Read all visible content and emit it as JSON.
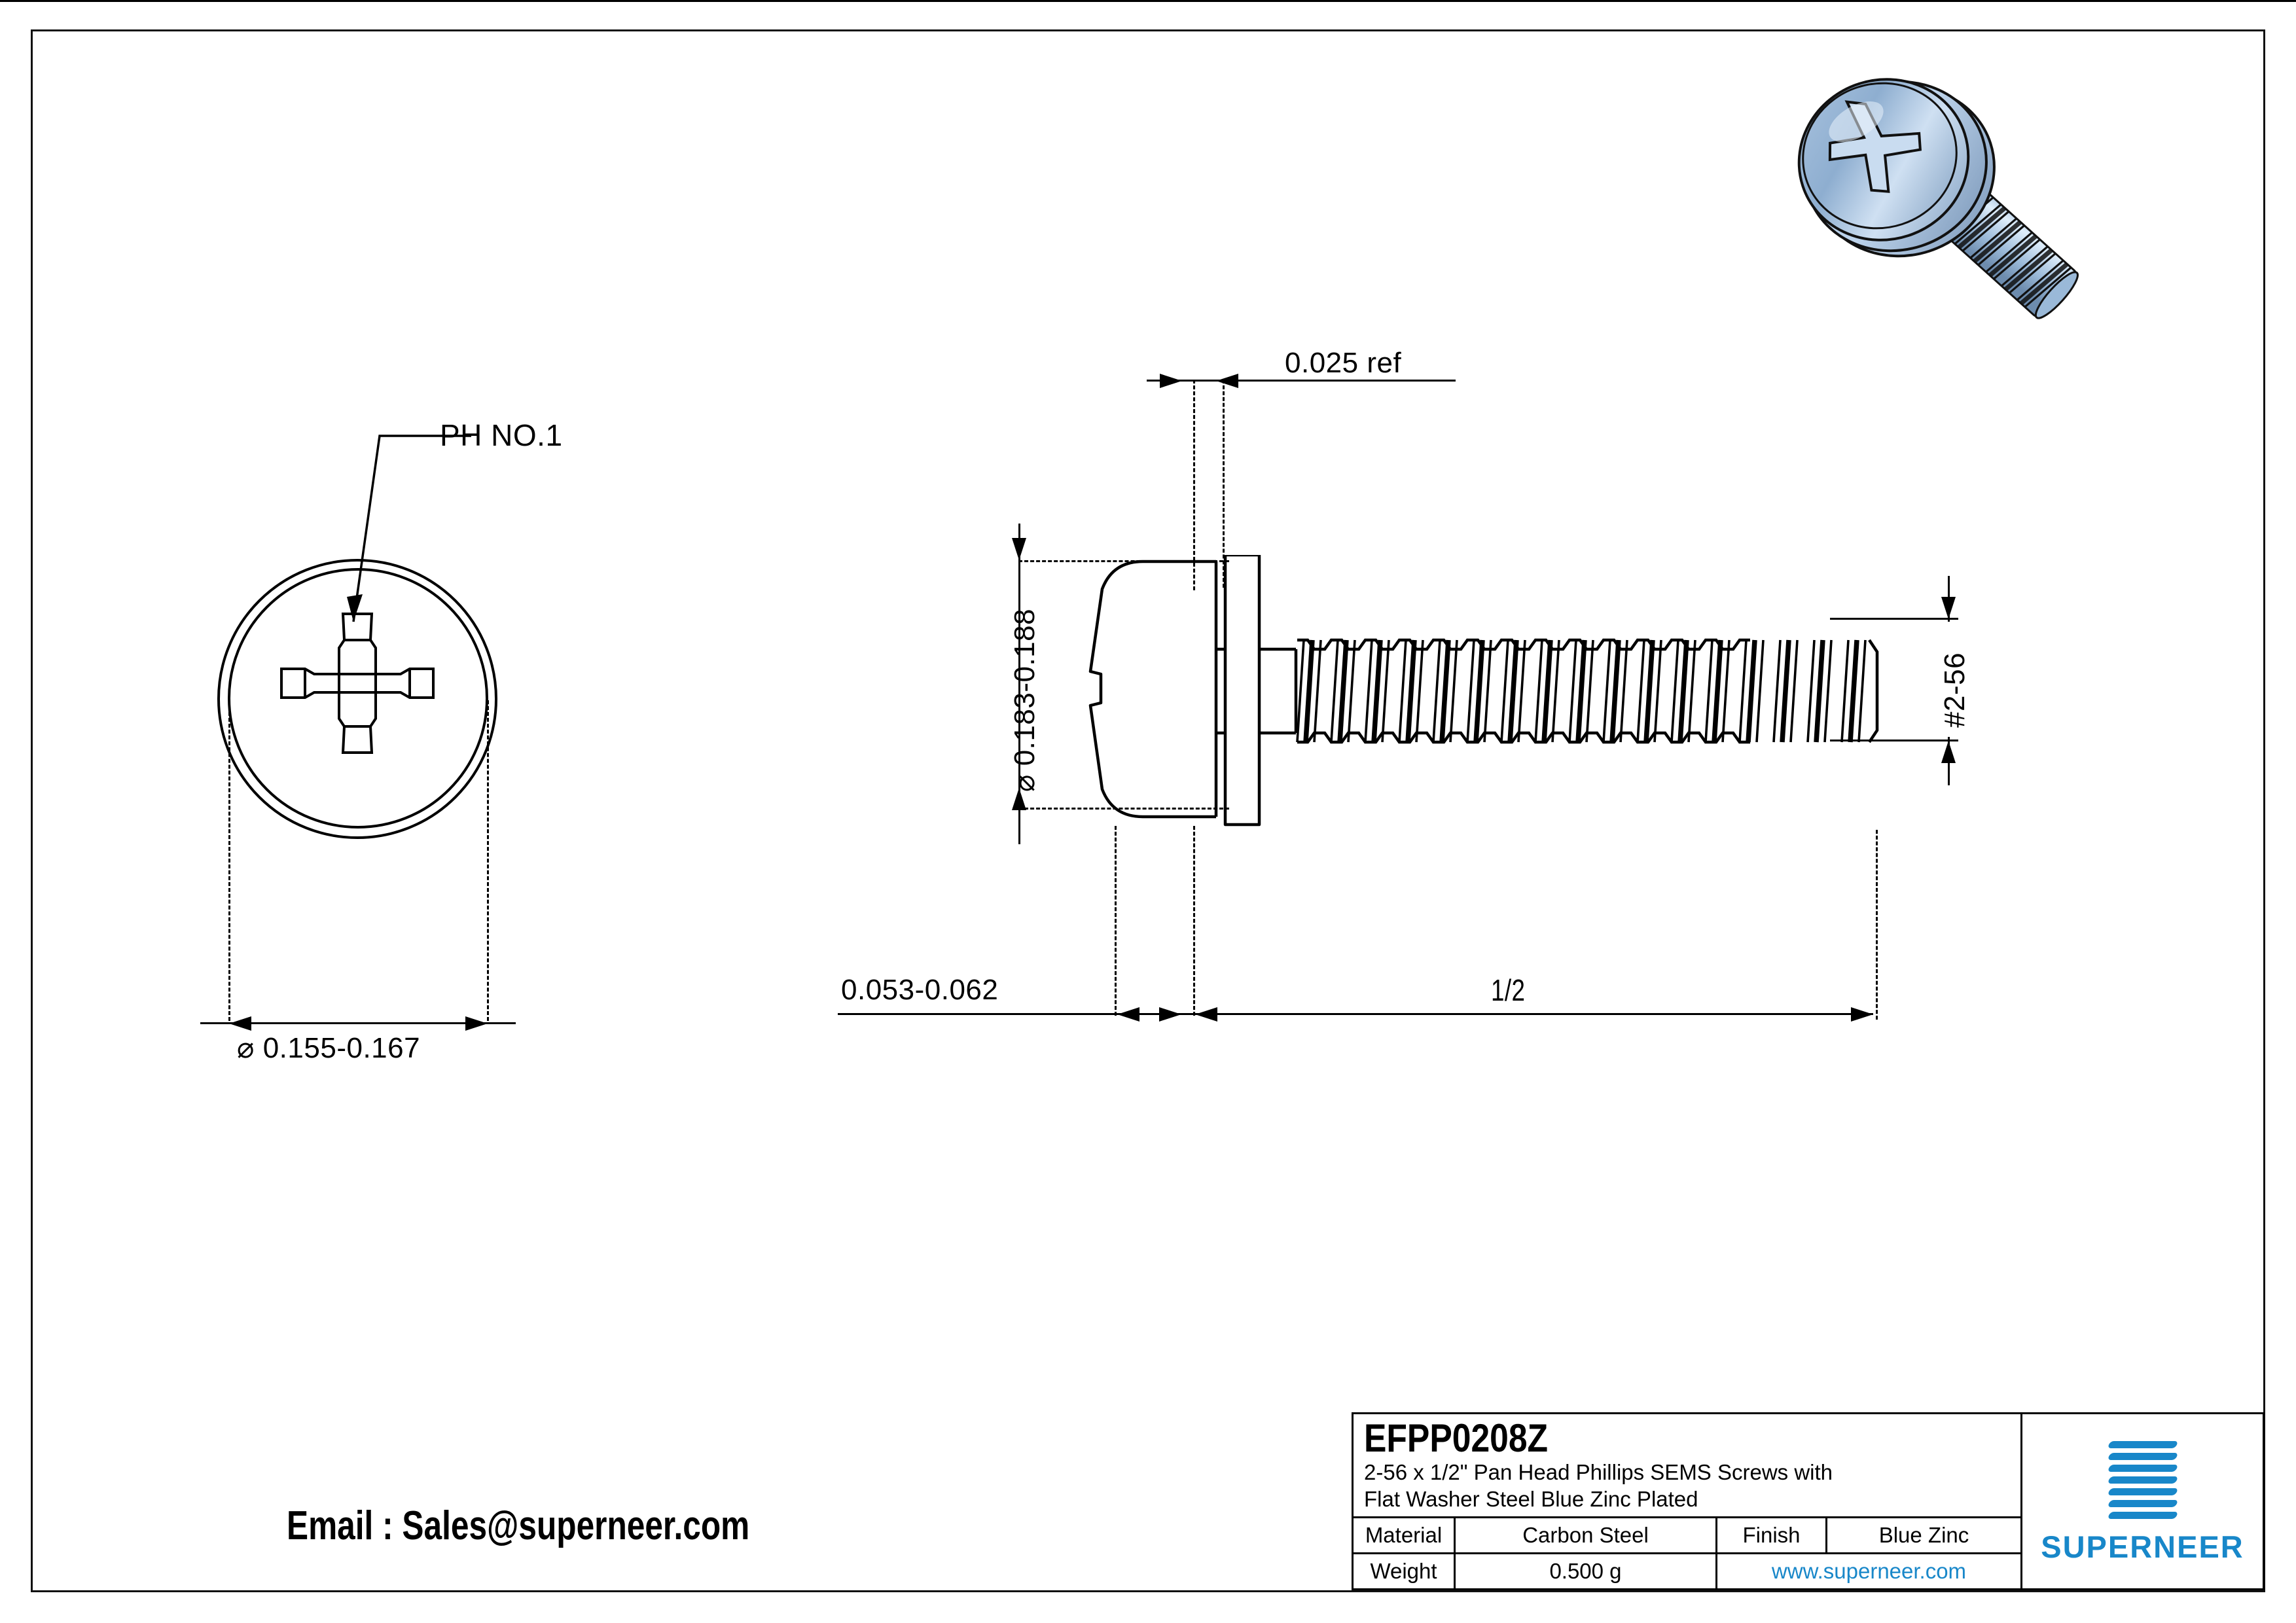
{
  "drawing": {
    "part_number": "EFPP0208Z",
    "description_line1": "2-56 x 1/2\" Pan Head Phillips SEMS Screws with",
    "description_line2": "Flat Washer Steel Blue Zinc Plated",
    "email": "Email : Sales@superneer.com",
    "brand": "SUPERNEER",
    "brand_color": "#1887c9"
  },
  "title_block": {
    "material_label": "Material",
    "material_value": "Carbon Steel",
    "finish_label": "Finish",
    "finish_value": "Blue Zinc",
    "weight_label": "Weight",
    "weight_value": "0.500 g",
    "website": "www.superneer.com"
  },
  "top_view": {
    "recess_callout": "PH NO.1",
    "diameter_dim": "⌀ 0.155-0.167"
  },
  "side_view": {
    "washer_thickness_dim": "0.025 ref",
    "head_diameter_dim": "⌀ 0.183-0.188",
    "head_height_dim": "0.053-0.062",
    "length_dim": "1/2",
    "thread_dim": "#2-56"
  },
  "chart_data": {
    "type": "table",
    "title": "EFPP0208Z",
    "categories": [
      "Material",
      "Finish",
      "Weight"
    ],
    "values": [
      "Carbon Steel",
      "Blue Zinc",
      "0.500 g"
    ]
  }
}
